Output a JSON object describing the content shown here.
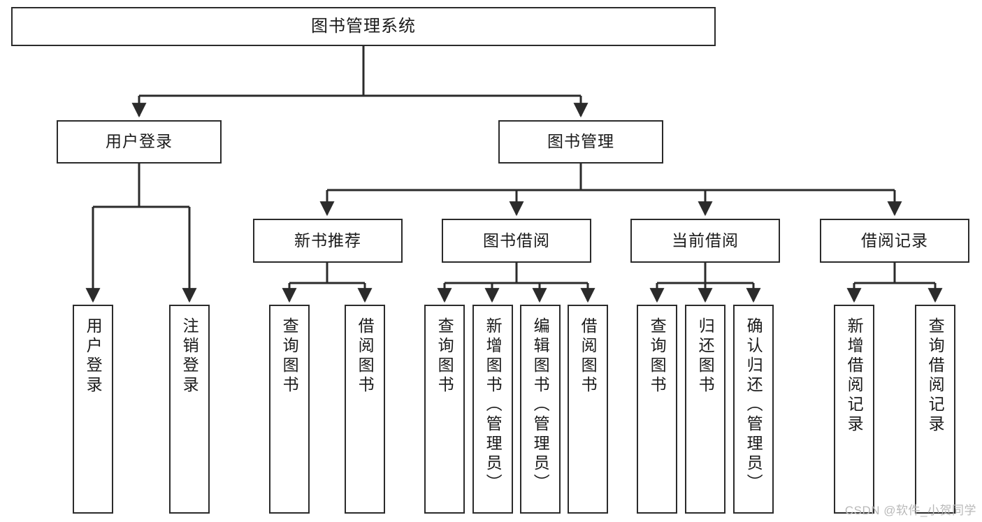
{
  "diagram": {
    "type": "tree-hierarchy-chart",
    "title": "图书管理系统",
    "line_color": "#2b2b2b",
    "box_fill": "#ffffff",
    "text_color": "#1a1a1a",
    "watermark": "CSDN @软件_小贺同学",
    "nodes": {
      "root": {
        "label": "图书管理系统"
      },
      "level2": [
        {
          "id": "user-login",
          "label": "用户登录"
        },
        {
          "id": "book-manage",
          "label": "图书管理"
        }
      ],
      "level3": [
        {
          "id": "new-book-recommend",
          "label": "新书推荐"
        },
        {
          "id": "book-borrow",
          "label": "图书借阅"
        },
        {
          "id": "current-borrow",
          "label": "当前借阅"
        },
        {
          "id": "borrow-record",
          "label": "借阅记录"
        }
      ],
      "leaves": [
        {
          "id": "leaf-user-login",
          "label": "用户登录",
          "parent": "user-login"
        },
        {
          "id": "leaf-logout-login",
          "label": "注销登录",
          "parent": "user-login"
        },
        {
          "id": "leaf-query-book-1",
          "label": "查询图书",
          "parent": "new-book-recommend"
        },
        {
          "id": "leaf-borrow-book-1",
          "label": "借阅图书",
          "parent": "new-book-recommend"
        },
        {
          "id": "leaf-query-book-2",
          "label": "查询图书",
          "parent": "book-borrow"
        },
        {
          "id": "leaf-add-book",
          "label": "新增图书（管理员）",
          "parent": "book-borrow"
        },
        {
          "id": "leaf-edit-book",
          "label": "编辑图书（管理员）",
          "parent": "book-borrow"
        },
        {
          "id": "leaf-borrow-book-2",
          "label": "借阅图书",
          "parent": "book-borrow"
        },
        {
          "id": "leaf-query-book-3",
          "label": "查询图书",
          "parent": "current-borrow"
        },
        {
          "id": "leaf-return-book",
          "label": "归还图书",
          "parent": "current-borrow"
        },
        {
          "id": "leaf-confirm-return",
          "label": "确认归还（管理员）",
          "parent": "current-borrow"
        },
        {
          "id": "leaf-add-record",
          "label": "新增借阅记录",
          "parent": "borrow-record"
        },
        {
          "id": "leaf-query-record",
          "label": "查询借阅记录",
          "parent": "borrow-record"
        }
      ]
    }
  }
}
